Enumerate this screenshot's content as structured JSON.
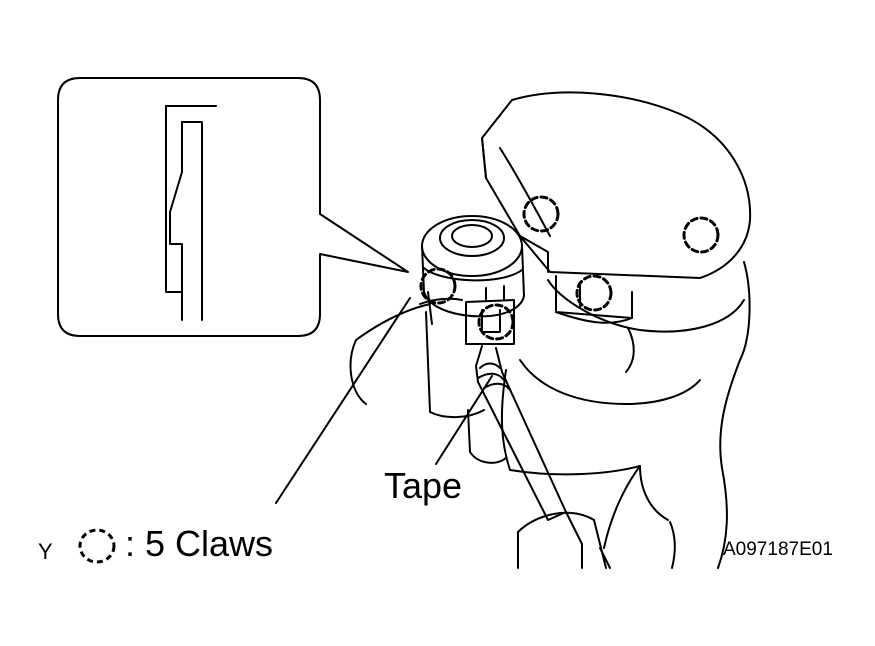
{
  "labels": {
    "tape": "Tape",
    "legend_marker": "Y",
    "legend_text": ": 5 Claws",
    "figure_code": "A097187E01"
  },
  "colors": {
    "line": "#000000",
    "background": "#ffffff"
  },
  "icons": {
    "claw_marker": "dashed-circle-icon",
    "detail_callout": "rounded-callout-box"
  },
  "claws": {
    "count": 5
  }
}
